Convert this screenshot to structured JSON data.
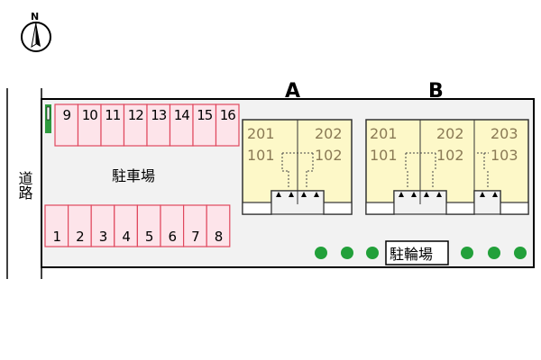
{
  "compass": {
    "label": "N"
  },
  "road": {
    "label": "道路"
  },
  "parking": {
    "label": "駐車場",
    "top_slots": [
      "9",
      "10",
      "11",
      "12",
      "13",
      "14",
      "15",
      "16"
    ],
    "bottom_slots": [
      "1",
      "2",
      "3",
      "4",
      "5",
      "6",
      "7",
      "8"
    ]
  },
  "bike_parking": {
    "label": "駐輪場"
  },
  "buildings": [
    {
      "name": "A",
      "units_upper": [
        "201",
        "202"
      ],
      "units_lower": [
        "101",
        "102"
      ]
    },
    {
      "name": "B",
      "units_upper": [
        "201",
        "202",
        "203"
      ],
      "units_lower": [
        "101",
        "102",
        "103"
      ]
    }
  ],
  "colors": {
    "parking_fill": "#fde4ea",
    "parking_stroke": "#e0485e",
    "building_fill": "#fdf8c8",
    "tree": "#22a03a",
    "marker": "#2e9b3e",
    "lot_fill": "#f2f2f2"
  }
}
